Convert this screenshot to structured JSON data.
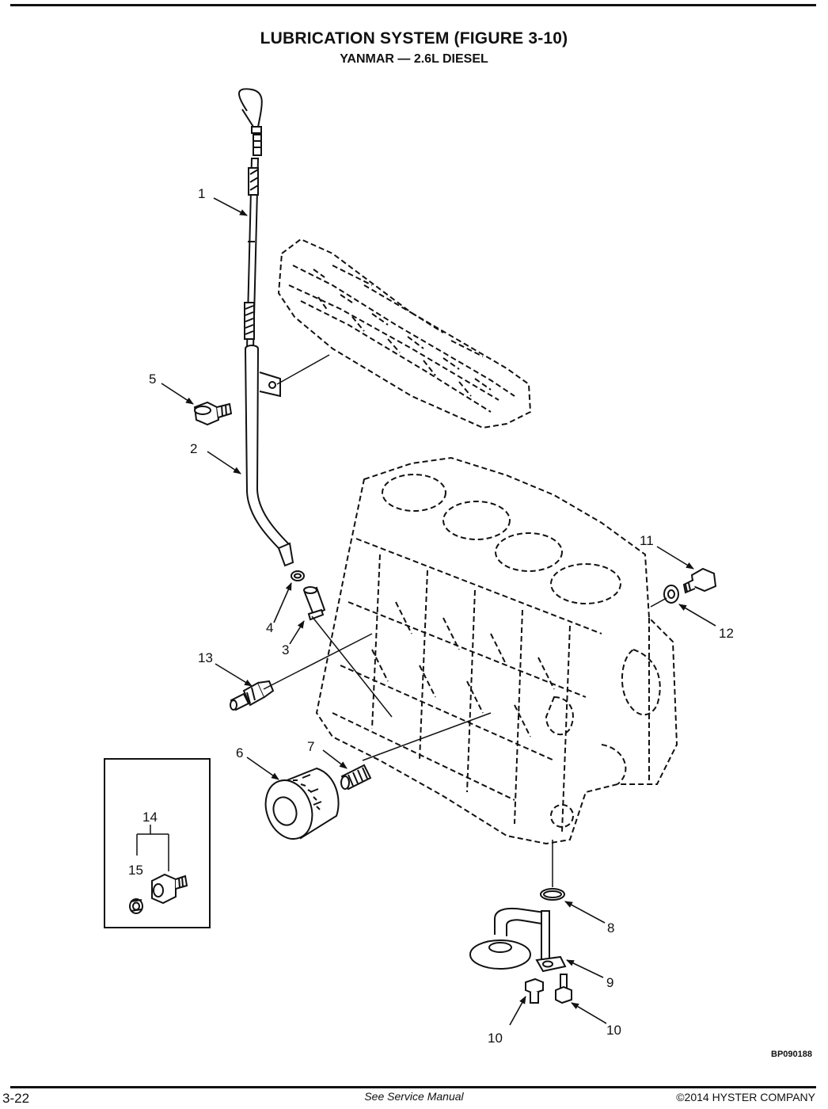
{
  "header": {
    "title": "LUBRICATION SYSTEM (FIGURE 3-10)",
    "subtitle": "YANMAR — 2.6L DIESEL"
  },
  "figure": {
    "code": "BP090188",
    "callouts": {
      "c1": "1",
      "c2": "2",
      "c3": "3",
      "c4": "4",
      "c5": "5",
      "c6": "6",
      "c7": "7",
      "c8": "8",
      "c9": "9",
      "c10a": "10",
      "c10b": "10",
      "c11": "11",
      "c12": "12",
      "c13": "13",
      "c14": "14",
      "c15": "15"
    }
  },
  "footer": {
    "page_number": "3-22",
    "note": "See Service Manual",
    "copyright": "©2014 HYSTER COMPANY"
  }
}
